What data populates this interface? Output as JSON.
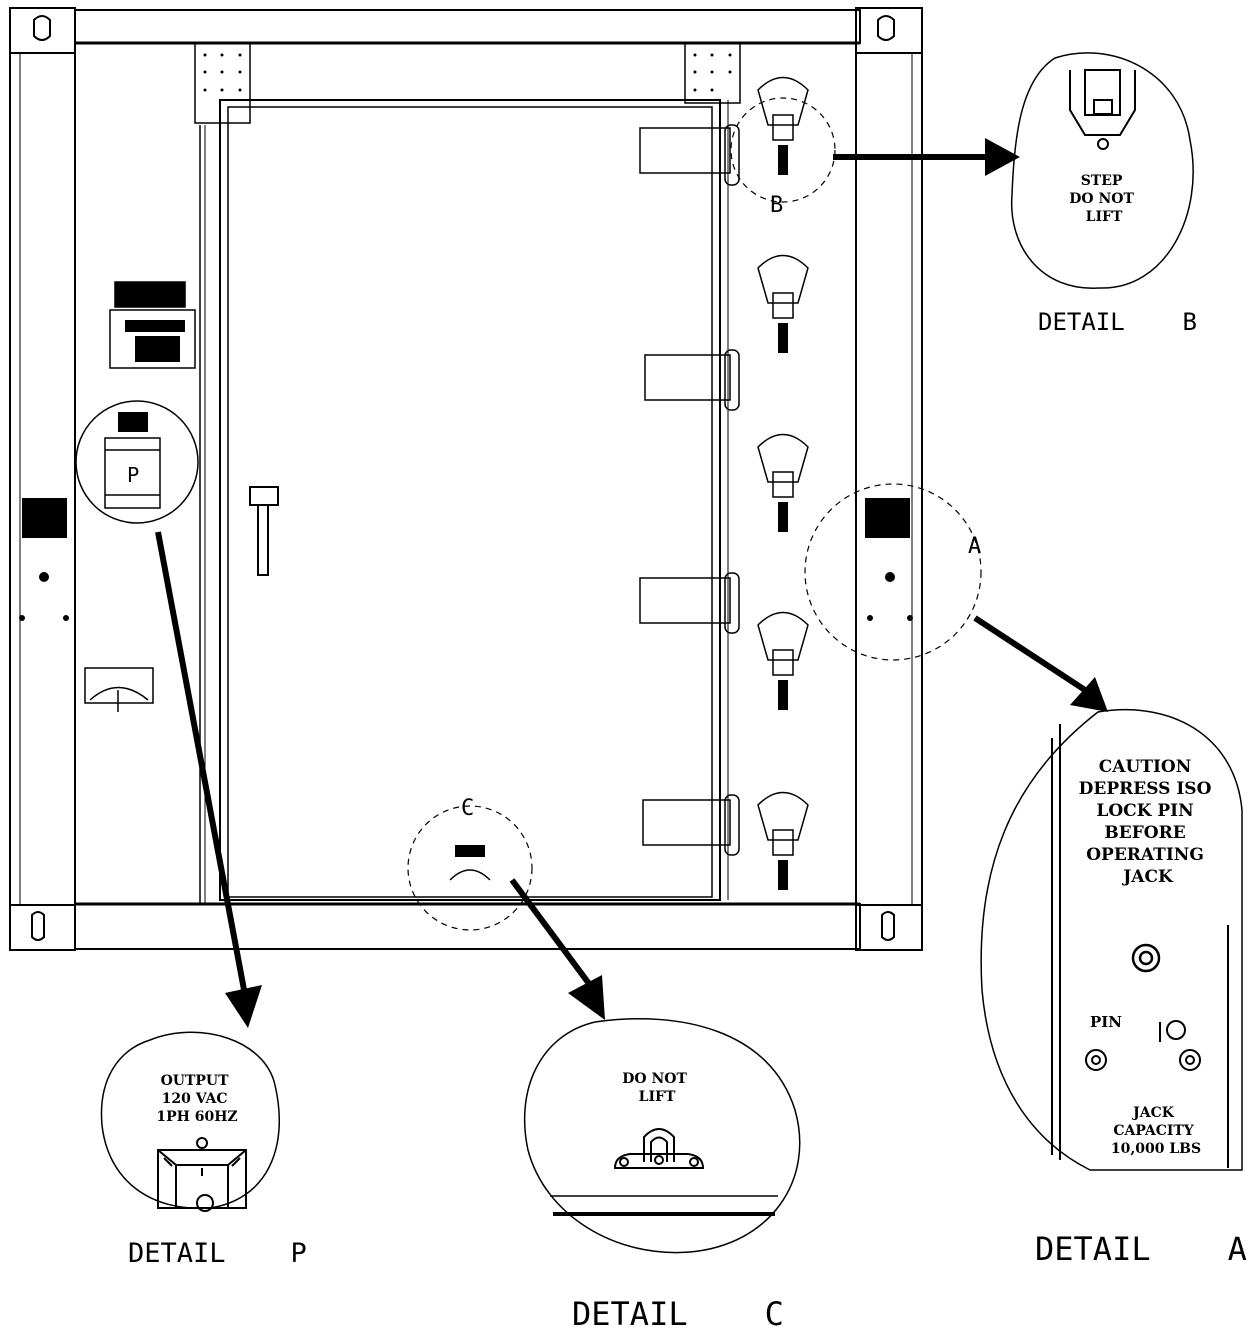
{
  "callouts": {
    "a": "A",
    "b": "B",
    "c": "C",
    "p": "P"
  },
  "detail_b": {
    "label_lines": [
      "STEP",
      "DO NOT",
      "LIFT"
    ],
    "title": "DETAIL    B"
  },
  "detail_a": {
    "caution_lines": [
      "CAUTION",
      "DEPRESS ISO",
      "LOCK PIN",
      "BEFORE",
      "OPERATING",
      "JACK"
    ],
    "pin_label": "PIN",
    "capacity_lines": [
      "JACK",
      "CAPACITY",
      "10,000 LBS"
    ],
    "title": "DETAIL    A"
  },
  "detail_c": {
    "label_lines": [
      "DO NOT",
      "LIFT"
    ],
    "title": "DETAIL    C"
  },
  "detail_p": {
    "label_lines": [
      "OUTPUT",
      "120 VAC",
      "1PH 60HZ"
    ],
    "title": "DETAIL    P"
  }
}
